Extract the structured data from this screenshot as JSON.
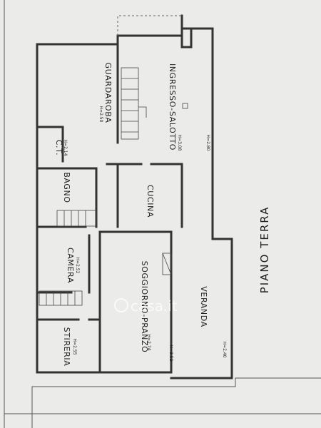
{
  "title": "PIANO TERRA",
  "watermark": "casa.it",
  "rooms": [
    {
      "name": "GUARDAROBA",
      "height": "H=2.50"
    },
    {
      "name": "INGRESSO-SALOTTO",
      "height": "H=3.08"
    },
    {
      "name": "C.T.",
      "height": "H=2.14"
    },
    {
      "name": "BAGNO",
      "height": ""
    },
    {
      "name": "CUCINA",
      "height": ""
    },
    {
      "name": "CAMERA",
      "height": "H=2.52"
    },
    {
      "name": "SOGGIORNO-PRANZO",
      "height": "H=2.74"
    },
    {
      "name": "VERANDA",
      "height": "H=2.40"
    },
    {
      "name": "STIRERIA",
      "height": "H=2.55"
    }
  ],
  "extra_heights": {
    "ingresso_side": "H=2.80",
    "soggiorno_side": "H=3.52"
  }
}
